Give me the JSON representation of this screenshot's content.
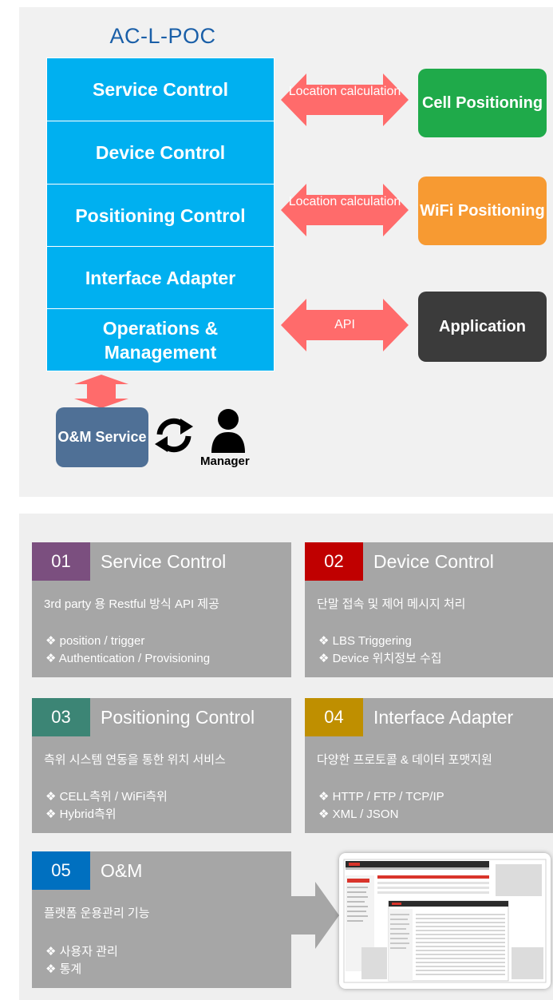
{
  "architecture": {
    "title": "AC-L-POC",
    "layers": [
      "Service Control",
      "Device Control",
      "Positioning Control",
      "Interface Adapter",
      "Operations & Management"
    ],
    "arrows": [
      "Location calculation",
      "Location calculation",
      "API"
    ],
    "targets": [
      {
        "label": "Cell Positioning",
        "color": "#1faa4a"
      },
      {
        "label": "WiFi Positioning",
        "color": "#f79a32"
      },
      {
        "label": "Application",
        "color": "#3b3b3b"
      }
    ],
    "om_service": "O&M Service",
    "manager": "Manager",
    "arrow_color": "#ff6b6b"
  },
  "modules": [
    {
      "num": "01",
      "title": "Service Control",
      "color": "#7b4f7f",
      "desc": "3rd party 용 Restful 방식 API 제공",
      "bullets": [
        "❖ position / trigger",
        "❖ Authentication / Provisioning"
      ]
    },
    {
      "num": "02",
      "title": "Device Control",
      "color": "#c00000",
      "desc": "단말 접속 및 제어 메시지 처리",
      "bullets": [
        "❖ LBS Triggering",
        "❖ Device 위치정보 수집"
      ]
    },
    {
      "num": "03",
      "title": "Positioning Control",
      "color": "#3c8575",
      "desc": "측위 시스템 연동을 통한 위치 서비스",
      "bullets": [
        "❖ CELL측위 / WiFi측위",
        "❖ Hybrid측위"
      ]
    },
    {
      "num": "04",
      "title": "Interface Adapter",
      "color": "#bf8f00",
      "desc": "다양한 프로토콜 & 데이터 포맷지원",
      "bullets": [
        "❖ HTTP / FTP / TCP/IP",
        "❖ XML / JSON"
      ]
    },
    {
      "num": "05",
      "title": "O&M",
      "color": "#0070c0",
      "desc": "플랫폼 운용관리 기능",
      "bullets": [
        "❖ 사용자 관리",
        "❖ 통계"
      ]
    }
  ]
}
